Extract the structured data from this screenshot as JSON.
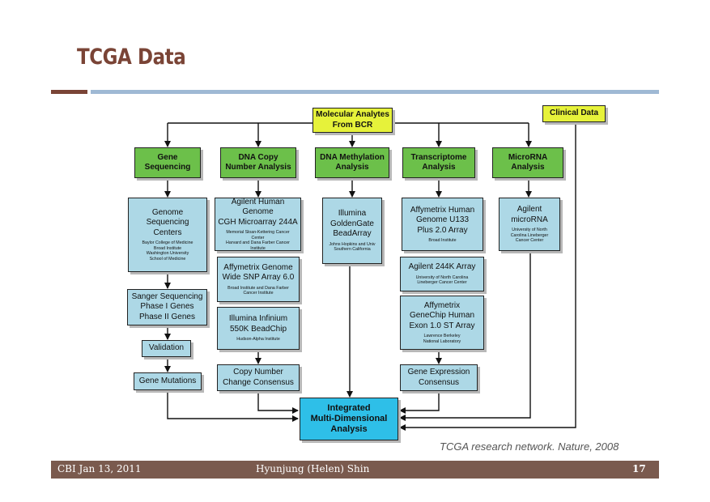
{
  "slide": {
    "title": "TCGA Data",
    "citation": "TCGA research network. Nature, 2008",
    "footer": {
      "left": "CBI Jan 13, 2011",
      "center": "Hyunjung (Helen) Shin",
      "page": "17"
    }
  },
  "diagram": {
    "source": "Molecular Analytes\nFrom BCR",
    "clinical": "Clinical Data",
    "categories": [
      "Gene\nSequencing",
      "DNA Copy\nNumber Analysis",
      "DNA Methylation\nAnalysis",
      "Transcriptome\nAnalysis",
      "MicroRNA\nAnalysis"
    ],
    "platforms": {
      "genome_centers": {
        "main": "Genome\nSequencing\nCenters",
        "sub": "Baylor College of Medicine\nBroad Institute\nWashington University\nSchool of Medicine"
      },
      "sanger": {
        "main": "Sanger Sequencing\nPhase I Genes\nPhase II Genes"
      },
      "validation": {
        "main": "Validation"
      },
      "gene_mutations": {
        "main": "Gene Mutations"
      },
      "agilent_cgh": {
        "main": "Agilent Human Genome\nCGH Microarray 244A",
        "sub": "Memorial Sloan-Kettering Cancer\nCenter\nHarvard and Dana Farber Cancer\nInstitute"
      },
      "affy_snp": {
        "main": "Affymetrix Genome\nWide SNP Array 6.0",
        "sub": "Broad Institute and Dana Farber\nCancer Institute"
      },
      "illumina_infinium": {
        "main": "Illumina Infinium\n550K BeadChip",
        "sub": "Hudson-Alpha Institute"
      },
      "copy_number": {
        "main": "Copy Number\nChange Consensus"
      },
      "illumina_gg": {
        "main": "Illumina\nGoldenGate\nBeadArray",
        "sub": "Johns Hopkins and Univ\nSouthern California"
      },
      "affy_u133": {
        "main": "Affymetrix Human\nGenome U133\nPlus 2.0 Array",
        "sub": "Broad Institute"
      },
      "agilent_244k": {
        "main": "Agilent 244K Array",
        "sub": "University of North Carolina\nLineberger Cancer Center"
      },
      "affy_exon": {
        "main": "Affymetrix\nGeneChip Human\nExon 1.0 ST Array",
        "sub": "Lawrence Berkeley\nNational Laboratory"
      },
      "gene_expression": {
        "main": "Gene Expression\nConsensus"
      },
      "agilent_mirna": {
        "main": "Agilent\nmicroRNA",
        "sub": "University of North\nCarolina Lineberger\nCancer Center"
      }
    },
    "integrated": "Integrated\nMulti-Dimensional\nAnalysis"
  },
  "colors": {
    "title": "#7a4436",
    "accent_rule": "#9fb9d4",
    "footer_bg": "#7a5a4e",
    "category_green": "#6cc04a",
    "source_yellow": "#e6f23a",
    "platform_blue": "#add8e6",
    "integrated_cyan": "#2ebfe8"
  }
}
